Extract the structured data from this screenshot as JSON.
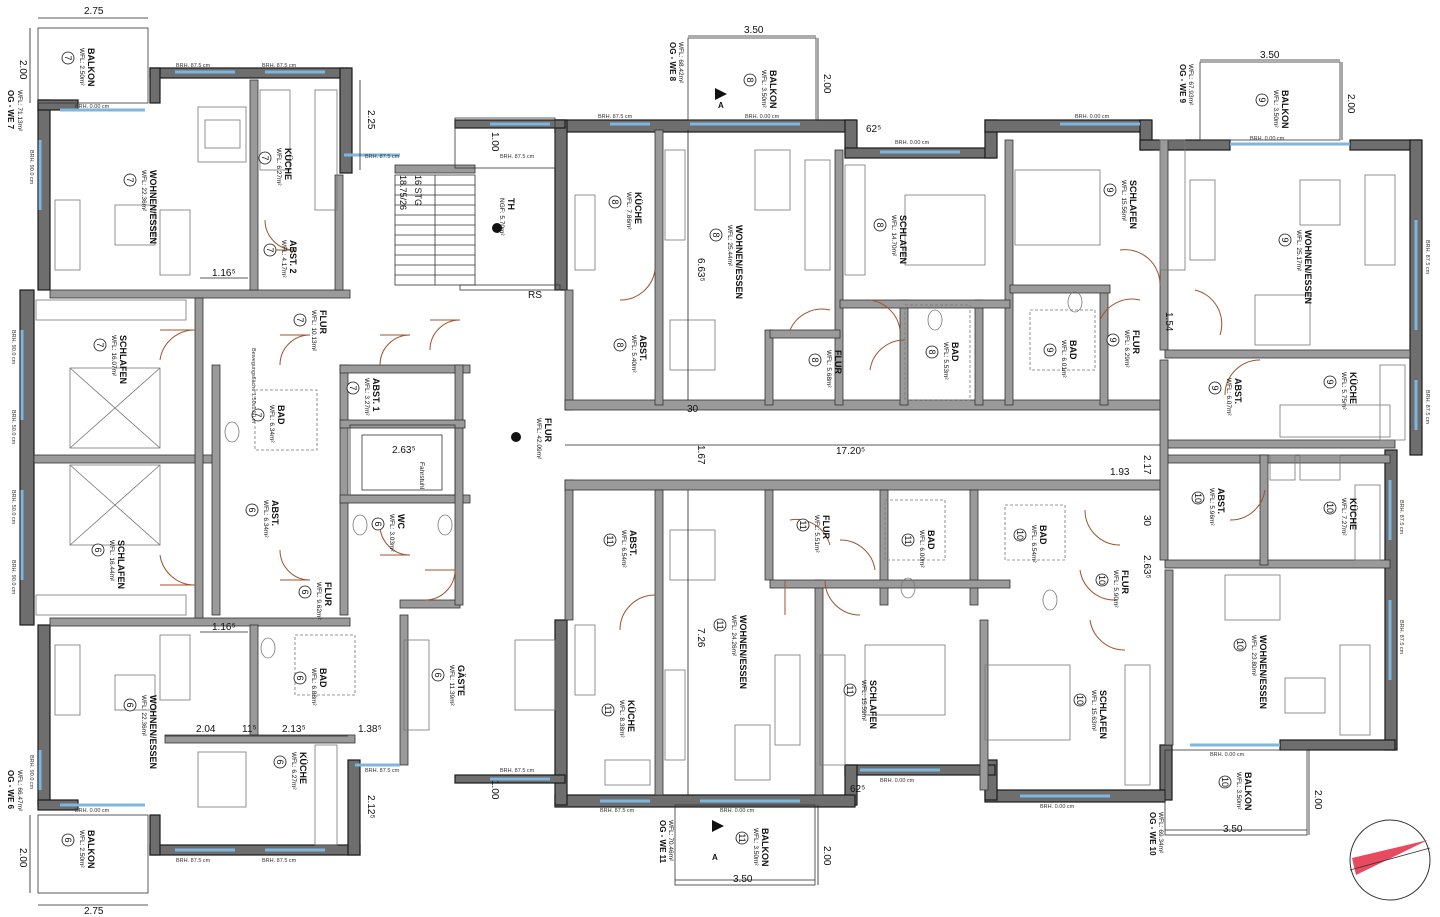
{
  "units": [
    {
      "label": "OG - WE 7",
      "area": "WFL: 71.13m²"
    },
    {
      "label": "OG - WE 8",
      "area": "WFL: 68.42m²"
    },
    {
      "label": "OG - WE 9",
      "area": "WFL: 67.93m²"
    },
    {
      "label": "OG - WE 6",
      "area": "WFL: 66.47m²"
    },
    {
      "label": "OG - WE 11",
      "area": "WFL: 70.46m²"
    },
    {
      "label": "OG - WE 10",
      "area": "WFL: 69.34m²"
    }
  ],
  "rooms": [
    {
      "name": "BALKON",
      "area": "WFL: 2.50m²",
      "no": "7"
    },
    {
      "name": "KÜCHE",
      "area": "WFL: 6.27m²",
      "no": "7"
    },
    {
      "name": "WOHNEN/ESSEN",
      "area": "WFL: 22.36m²",
      "no": "7"
    },
    {
      "name": "ABST. 2",
      "area": "WFL: 4.17m²",
      "no": "7"
    },
    {
      "name": "FLUR",
      "area": "WFL: 10.13m²",
      "no": "7"
    },
    {
      "name": "SCHLAFEN",
      "area": "WFL: 16.07m²",
      "no": "7"
    },
    {
      "name": "ABST. 1",
      "area": "WFL: 3.27m²",
      "no": "7"
    },
    {
      "name": "BAD",
      "area": "WFL: 6.34m²",
      "no": "7"
    },
    {
      "name": "BALKON",
      "area": "WFL: 3.50m²",
      "no": "8"
    },
    {
      "name": "KÜCHE",
      "area": "WFL: 7.86m²",
      "no": "8"
    },
    {
      "name": "WOHNEN/ESSEN",
      "area": "WFL: 25.44m²",
      "no": "8"
    },
    {
      "name": "ABST.",
      "area": "WFL: 5.40m²",
      "no": "8"
    },
    {
      "name": "FLUR",
      "area": "WFL: 5.68m²",
      "no": "8"
    },
    {
      "name": "SCHLAFEN",
      "area": "WFL: 14.70m²",
      "no": "8"
    },
    {
      "name": "BAD",
      "area": "WFL: 5.53m²",
      "no": "8"
    },
    {
      "name": "BALKON",
      "area": "WFL: 3.50m²",
      "no": "9"
    },
    {
      "name": "SCHLAFEN",
      "area": "WFL: 15.56m²",
      "no": "9"
    },
    {
      "name": "WOHNEN/ESSEN",
      "area": "WFL: 25.17m²",
      "no": "9"
    },
    {
      "name": "BAD",
      "area": "WFL: 6.01m²",
      "no": "9"
    },
    {
      "name": "FLUR",
      "area": "WFL: 6.29m²",
      "no": "9"
    },
    {
      "name": "ABST.",
      "area": "WFL: 6.07m²",
      "no": "9"
    },
    {
      "name": "KÜCHE",
      "area": "WFL: 5.75m²",
      "no": "9"
    },
    {
      "name": "SCHLAFEN",
      "area": "WFL: 16.44m²",
      "no": "6"
    },
    {
      "name": "ABST.",
      "area": "WFL: 6.34m²",
      "no": "6"
    },
    {
      "name": "WC",
      "area": "WFL: 3.03m²",
      "no": "6"
    },
    {
      "name": "FLUR",
      "area": "WFL: 9.62m²",
      "no": "6"
    },
    {
      "name": "GÄSTE",
      "area": "WFL: 11.39m²",
      "no": "6"
    },
    {
      "name": "BAD",
      "area": "WFL: 6.88m²",
      "no": "6"
    },
    {
      "name": "WOHNEN/ESSEN",
      "area": "WFL: 22.36m²",
      "no": "6"
    },
    {
      "name": "KÜCHE",
      "area": "WFL: 6.27m²",
      "no": "6"
    },
    {
      "name": "BALKON",
      "area": "WFL: 2.50m²",
      "no": "6"
    },
    {
      "name": "ABST.",
      "area": "WFL: 6.54m²",
      "no": "11"
    },
    {
      "name": "FLUR",
      "area": "WFL: 5.51m²",
      "no": "11"
    },
    {
      "name": "BAD",
      "area": "WFL: 6.00m²",
      "no": "11"
    },
    {
      "name": "WOHNEN/ESSEN",
      "area": "WFL: 24.26m²",
      "no": "11"
    },
    {
      "name": "KÜCHE",
      "area": "WFL: 8.38m²",
      "no": "11"
    },
    {
      "name": "SCHLAFEN",
      "area": "WFL: 15.59m²",
      "no": "11"
    },
    {
      "name": "BALKON",
      "area": "WFL: 3.50m²",
      "no": "11"
    },
    {
      "name": "BAD",
      "area": "WFL: 6.54m²",
      "no": "10"
    },
    {
      "name": "FLUR",
      "area": "WFL: 5.90m²",
      "no": "10"
    },
    {
      "name": "ABST.",
      "area": "WFL: 5.96m²",
      "no": "10"
    },
    {
      "name": "KÜCHE",
      "area": "WFL: 7.27m²",
      "no": "10"
    },
    {
      "name": "WOHNEN/ESSEN",
      "area": "WFL: 23.80m²",
      "no": "10"
    },
    {
      "name": "SCHLAFEN",
      "area": "WFL: 15.63m²",
      "no": "10"
    },
    {
      "name": "BALKON",
      "area": "WFL: 3.50m²",
      "no": "10"
    }
  ],
  "common": [
    {
      "name": "TH",
      "area": "NGF: 5.70m²"
    },
    {
      "name": "FLUR",
      "area": "WFL: 42.09m²"
    },
    {
      "name": "Fahrstuhl",
      "area": ""
    }
  ],
  "stairs": {
    "steps": "16 STG",
    "rise": "18.75/26"
  },
  "dims": {
    "top_balcony_w": "2.75",
    "bottom_balcony_w": "2.75",
    "we7_balcony_d": "2.00",
    "we6_balcony_d": "2.00",
    "we8_balcony_w": "3.50",
    "we8_balcony_d": "2.00",
    "we9_balcony_w": "3.50",
    "we9_balcony_d": "2.00",
    "we11_balcony_w": "3.50",
    "we11_balcony_d": "2.00",
    "we10_balcony_w": "3.50",
    "we10_balcony_d": "2.00",
    "stair_offset": "2.25",
    "bottom_offset": "2.12⁵",
    "th_top": "1.00",
    "th_bottom": "1.00",
    "corr_upper": "1.16⁵",
    "corr_lower": "1.16⁵",
    "lift": "2.63⁵",
    "we8_h": "6.63⁵",
    "we11_h": "7.26",
    "corridor_len": "17.20⁵",
    "corridor_w": "1.67",
    "we9_flur": "1.54",
    "we10_a": "2.17",
    "we10_b": "1.93",
    "we10_c": "2.63⁵",
    "we10_d": "30",
    "we6_a": "2.04",
    "we6_b": "11⁵",
    "we6_c": "2.13⁵",
    "we6_d": "1.38⁵",
    "notch_a": "62⁵",
    "notch_b": "62⁵",
    "wall_a": "30"
  },
  "sill": {
    "brh_875": "BRH. 87.5 cm",
    "brh_0": "BRH. 0.00 cm",
    "brh_90": "BRH. 90.0 cm",
    "brh_50": "BRH. 50.0 cm"
  },
  "misc": {
    "rs": "RS",
    "section_mark": "A",
    "bewegung": "Bewegungsfläche 1.50x1.50 m"
  },
  "colors": {
    "wall": "#6e6e6e",
    "window": "#7fb6dd",
    "door": "#a0522d",
    "north_arrow": "#e84a5f"
  }
}
